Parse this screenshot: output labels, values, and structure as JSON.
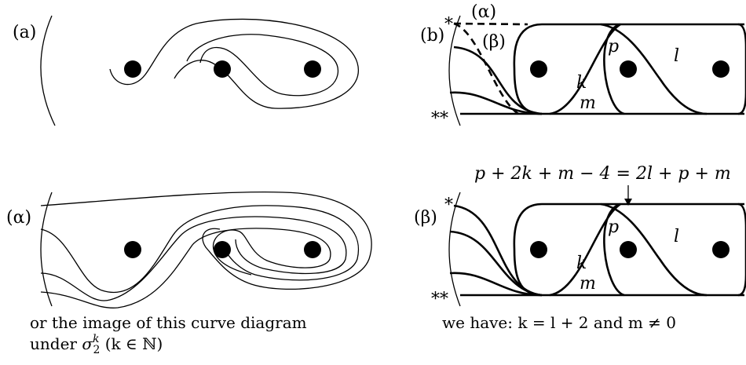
{
  "panels": {
    "a": {
      "label": "(a)"
    },
    "b": {
      "label": "(b)",
      "mark_top": "*",
      "mark_bottom": "**",
      "curve_alpha": "(α)",
      "curve_beta": "(β)",
      "k": "k",
      "p": "p",
      "l": "l",
      "m": "m"
    },
    "alpha": {
      "label": "(α)",
      "caption_line1": "or the image of this curve diagram",
      "caption_line2_pre": "under ",
      "caption_sigma": "σ",
      "caption_sigma_sup": "k",
      "caption_sigma_sub": "2",
      "caption_line2_post": "  (k ∈ ℕ)"
    },
    "beta": {
      "label": "(β)",
      "mark_top": "*",
      "mark_bottom": "**",
      "equation": "p + 2k + m − 4 = 2l + p + m",
      "k": "k",
      "p": "p",
      "l": "l",
      "m": "m",
      "caption": "we have:  k = l + 2  and  m ≠ 0"
    }
  }
}
